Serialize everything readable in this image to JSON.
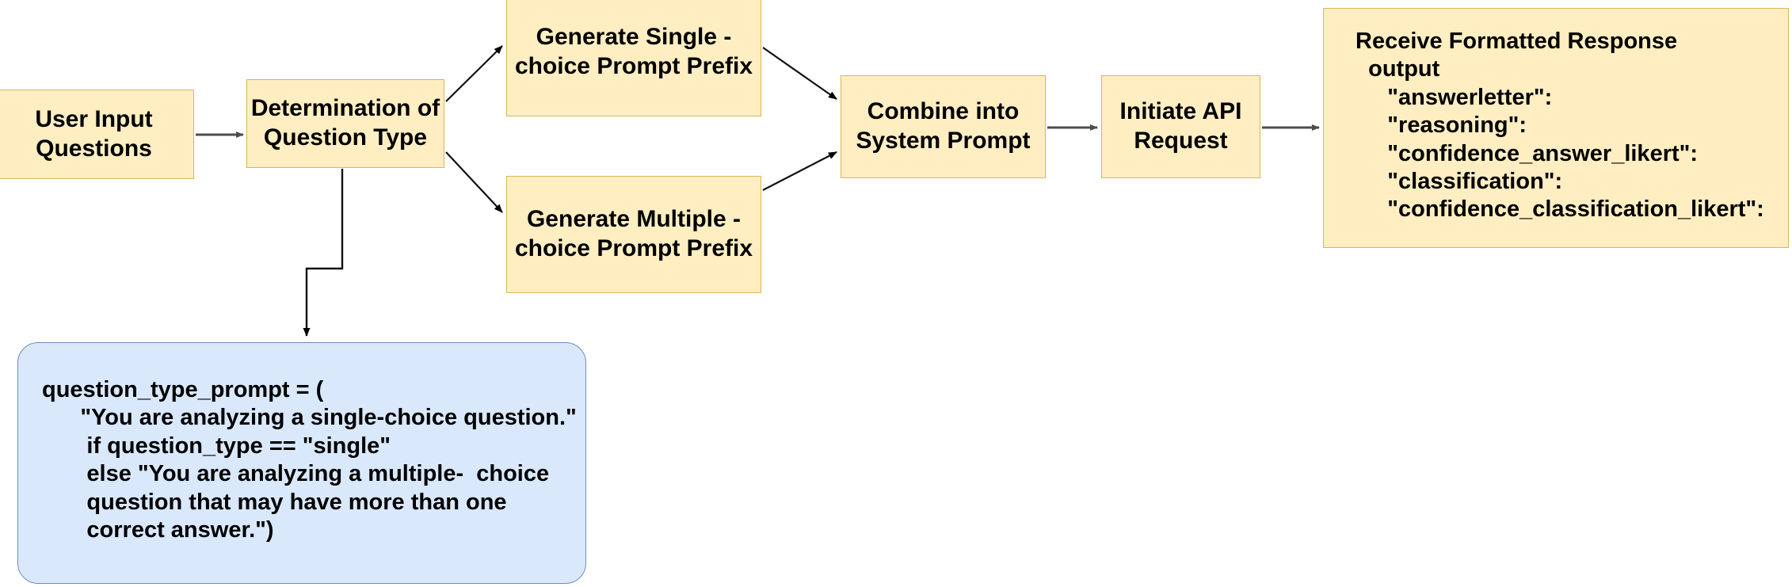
{
  "diagram": {
    "title": "Question-type prompt construction and API response flow",
    "type": "flowchart",
    "background": "#ffffff",
    "colors": {
      "process_fill": "#ffeec2",
      "process_border": "#d6b656",
      "note_fill": "#dae8fc",
      "note_border": "#6c8ebf",
      "edge": "#4d4d4d",
      "edge_dark": "#000000",
      "text": "#000000"
    }
  },
  "nodes": {
    "user_input": {
      "label": "User Input\nQuestions",
      "shape": "rectangle"
    },
    "determination": {
      "label": "Determination of\nQuestion Type",
      "shape": "rectangle"
    },
    "single_prefix": {
      "label": "Generate Single -\nchoice Prompt Prefix",
      "shape": "rectangle"
    },
    "multiple_prefix": {
      "label": "Generate Multiple -\nchoice Prompt Prefix",
      "shape": "rectangle"
    },
    "combine": {
      "label": "Combine into\nSystem Prompt",
      "shape": "rectangle"
    },
    "initiate": {
      "label": "Initiate API\nRequest",
      "shape": "rectangle"
    },
    "receive": {
      "label": "Receive Formatted Response\n  output\n     \"answerletter\":\n     \"reasoning\":\n     \"confidence_answer_likert\":\n     \"classification\":\n     \"confidence_classification_likert\":",
      "shape": "rectangle",
      "lines": [
        "Receive Formatted Response",
        "  output",
        "     \"answerletter\":",
        "     \"reasoning\":",
        "     \"confidence_answer_likert\":",
        "     \"classification\":",
        "     \"confidence_classification_likert\":"
      ]
    },
    "note_code": {
      "label": "question_type_prompt = (\n      \"You are analyzing a single-choice question.\"\n       if question_type == \"single\"\n       else \"You are analyzing a multiple-  choice\n       question that may have more than one\n       correct answer.\")",
      "shape": "rounded-rectangle",
      "lines": [
        "question_type_prompt = (",
        "      \"You are analyzing a single-choice question.\"",
        "       if question_type == \"single\"",
        "       else \"You are analyzing a multiple-  choice",
        "       question that may have more than one",
        "       correct answer.\")"
      ]
    }
  },
  "edges": [
    {
      "from": "user_input",
      "to": "determination",
      "style": "straight-arrow"
    },
    {
      "from": "determination",
      "to": "single_prefix",
      "style": "diagonal-arrow"
    },
    {
      "from": "determination",
      "to": "multiple_prefix",
      "style": "diagonal-arrow"
    },
    {
      "from": "determination",
      "to": "note_code",
      "style": "elbow-arrow"
    },
    {
      "from": "single_prefix",
      "to": "combine",
      "style": "diagonal-arrow"
    },
    {
      "from": "multiple_prefix",
      "to": "combine",
      "style": "diagonal-arrow"
    },
    {
      "from": "combine",
      "to": "initiate",
      "style": "straight-arrow"
    },
    {
      "from": "initiate",
      "to": "receive",
      "style": "straight-arrow"
    }
  ]
}
